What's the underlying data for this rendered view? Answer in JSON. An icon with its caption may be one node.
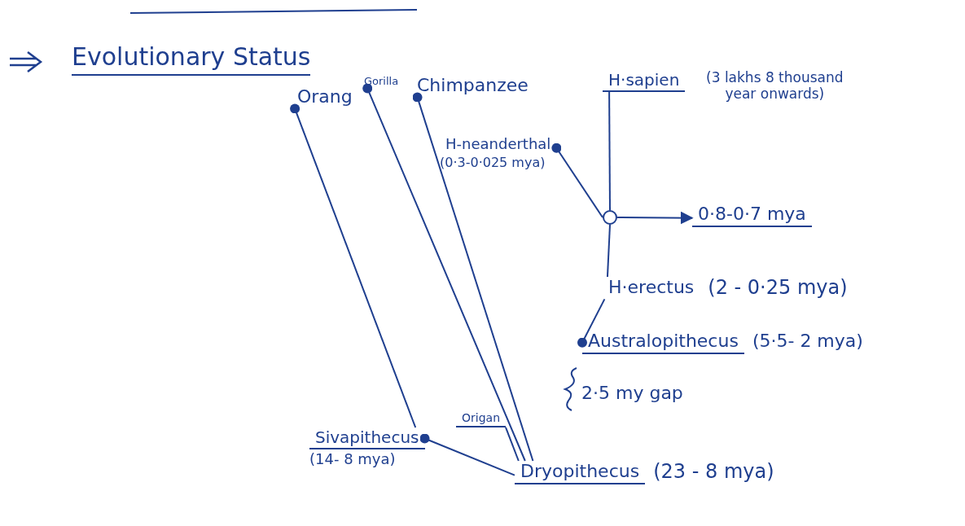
{
  "diagram": {
    "title": "Evolutionary Status",
    "nodes": [
      {
        "text": [
          "Orang"
        ]
      },
      {
        "text": [
          "Gorilla"
        ]
      },
      {
        "text": [
          "Chimpanzee"
        ]
      },
      {
        "text": [
          "H·sapien"
        ],
        "beside": [
          "(3 lakhs 8 thousand year onwards)"
        ]
      },
      {
        "text": [
          "H-neanderthal"
        ],
        "beside": [
          "(0·3-0·025 mya)"
        ]
      },
      {
        "text": [],
        "shape": "circle"
      },
      {
        "text": [
          "0·8-0·7 mya"
        ]
      },
      {
        "text": [
          "H·erectus"
        ],
        "beside": [
          "(2 - 0·25 mya)"
        ]
      },
      {
        "text": [
          "Australopithecus"
        ],
        "beside": [
          "(5·5- 2 mya)"
        ]
      },
      {
        "text": [
          "Sivapithecus"
        ],
        "beside": [
          "(14- 8 mya)"
        ]
      },
      {
        "text": [
          "Origan"
        ]
      },
      {
        "text": [
          "Dryopithecus"
        ],
        "beside": [
          "(23 - 8 mya)"
        ]
      }
    ],
    "edges": [
      {
        "from": 11,
        "to": 9,
        "arrow": "other"
      },
      {
        "from": 9,
        "to": 0,
        "arrow": "other"
      },
      {
        "from": 11,
        "to": 10,
        "arrow": "none"
      },
      {
        "from": 11,
        "to": 1,
        "arrow": "other"
      },
      {
        "from": 11,
        "to": 2,
        "arrow": "other"
      },
      {
        "from": 7,
        "to": 8,
        "arrow": "other"
      },
      {
        "from": 5,
        "to": 7,
        "arrow": "none"
      },
      {
        "from": 5,
        "to": 3,
        "arrow": "none"
      },
      {
        "from": 5,
        "to": 4,
        "arrow": "other"
      },
      {
        "from": 5,
        "to": 6,
        "arrow": "to"
      }
    ],
    "labels": [
      "2·5 my gap"
    ]
  }
}
